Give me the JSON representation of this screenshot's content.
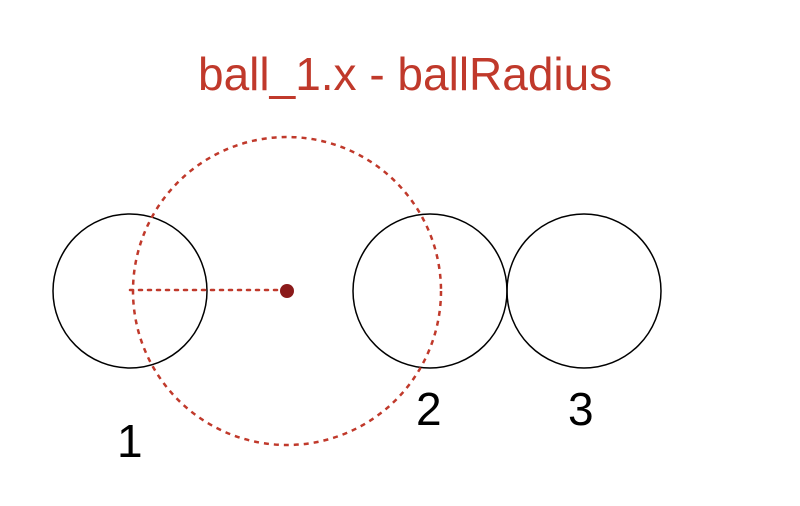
{
  "diagram": {
    "caption": "ball_1.x - ballRadius",
    "balls": [
      {
        "label": "1"
      },
      {
        "label": "2"
      },
      {
        "label": "3"
      }
    ],
    "colors": {
      "accent": "#c0392b",
      "center_dot": "#8b1a1a",
      "ball_stroke": "#000000",
      "text": "#000000"
    }
  }
}
